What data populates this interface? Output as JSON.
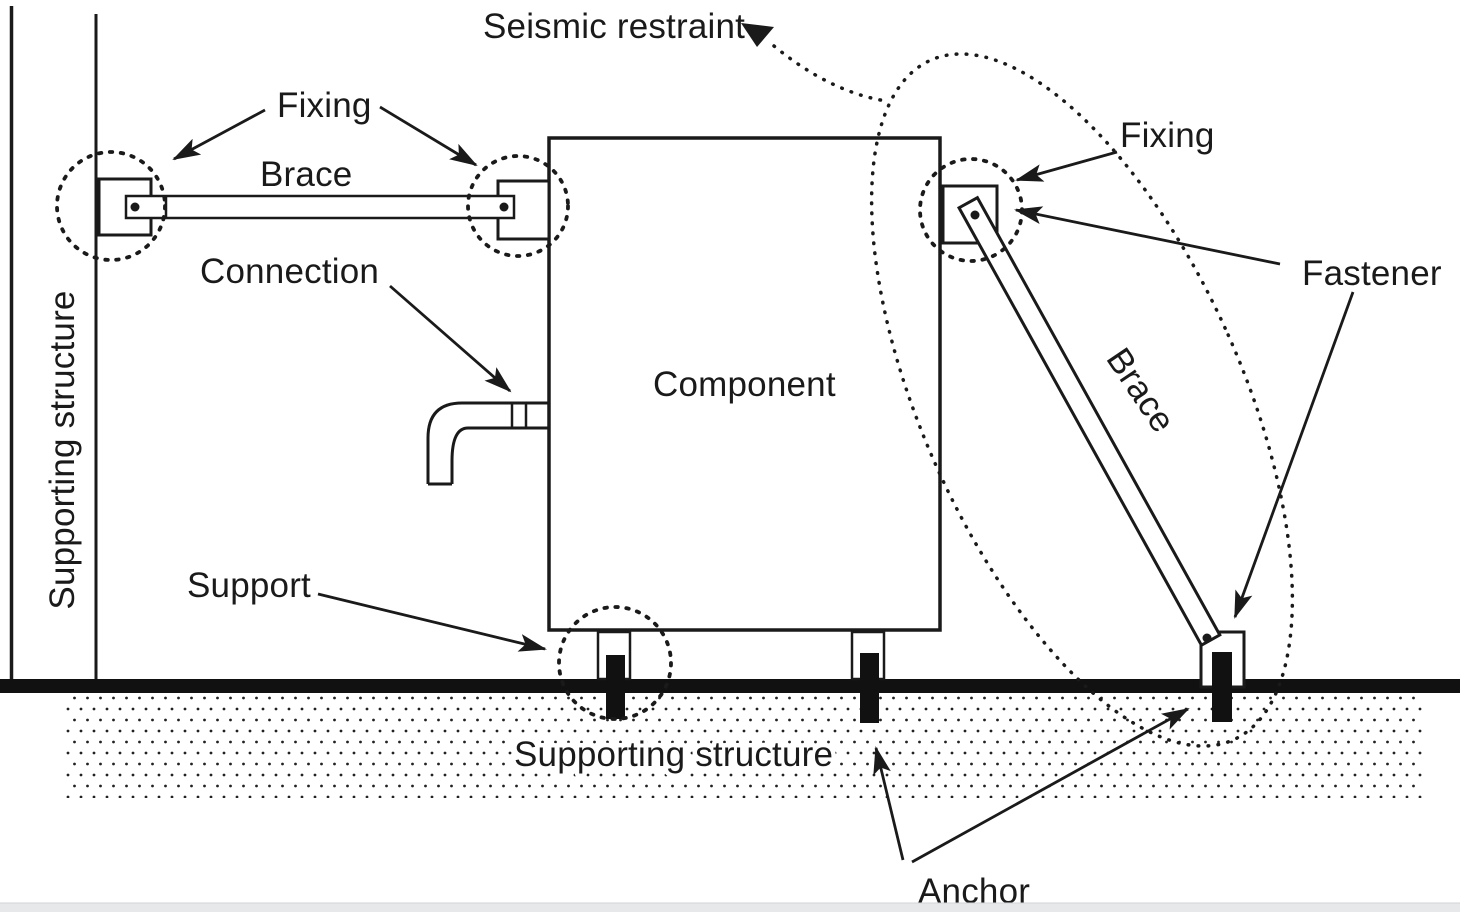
{
  "diagram": {
    "description": "Seismic restraint diagram of a component braced to supporting structures",
    "labels": {
      "seismic_restraint": "Seismic restraint",
      "fixing_left": "Fixing",
      "fixing_right": "Fixing",
      "brace_horizontal": "Brace",
      "brace_diagonal": "Brace",
      "connection": "Connection",
      "component": "Component",
      "support": "Support",
      "fastener": "Fastener",
      "anchor": "Anchor",
      "supporting_structure_wall": "Supporting structure",
      "supporting_structure_ground": "Supporting structure"
    },
    "colors": {
      "ink": "#1a1a1a",
      "background": "#ffffff",
      "ground_fill": "#111111",
      "soil_dot": "#222222",
      "footer_strip": "#e7e8ea"
    }
  }
}
